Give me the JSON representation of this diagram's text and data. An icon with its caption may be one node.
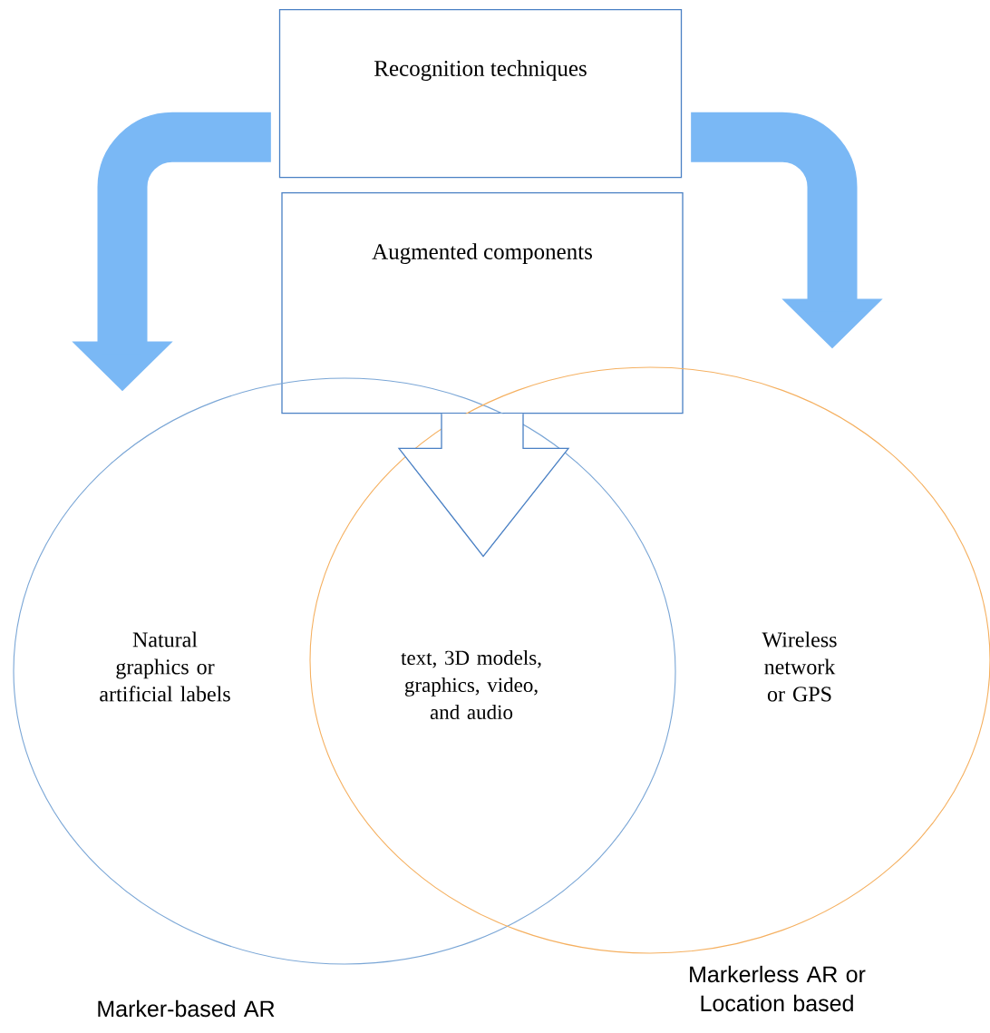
{
  "diagram": {
    "nodes": [
      {
        "text": [
          "Recognition techniques"
        ]
      },
      {
        "text": [
          "Augmented components"
        ]
      },
      {
        "text": [
          "Natural graphics or artificial labels"
        ],
        "beside": [
          "Marker-based AR"
        ]
      },
      {
        "text": [
          "Wireless network or GPS"
        ],
        "beside": [
          "Markerless AR or Location based"
        ]
      },
      {
        "text": [
          "text, 3D models, graphics, video, and audio"
        ]
      }
    ],
    "edges": [
      {
        "from": 0,
        "to": 2,
        "arrow": "to"
      },
      {
        "from": 0,
        "to": 3,
        "arrow": "to"
      },
      {
        "from": 1,
        "to": 4,
        "arrow": "to"
      }
    ]
  }
}
